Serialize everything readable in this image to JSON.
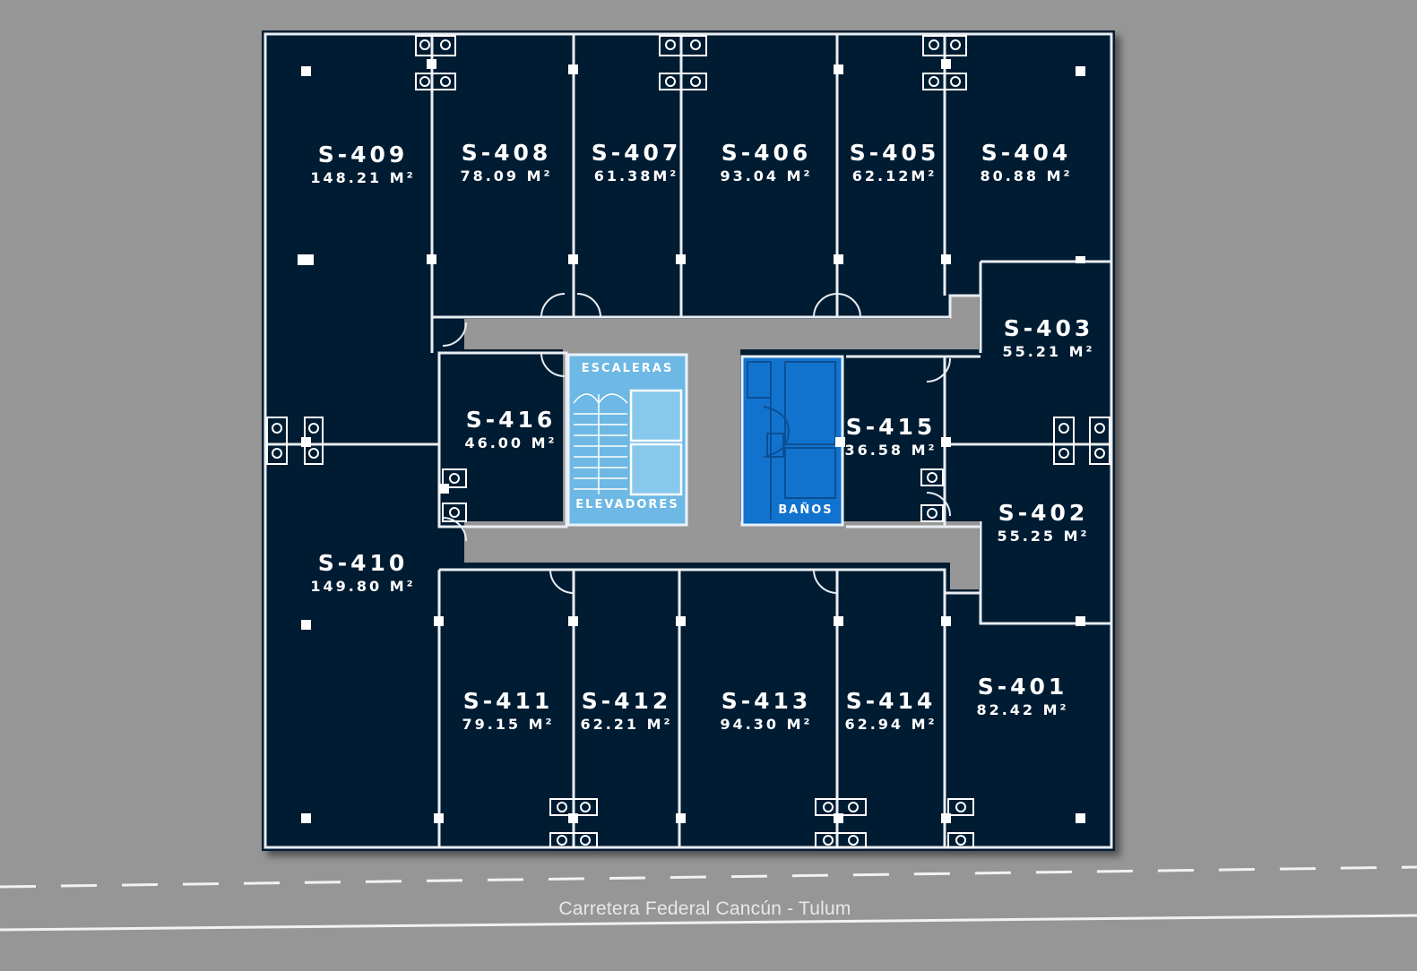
{
  "floor": {
    "units": [
      {
        "code": "S-409",
        "area": "148.21 M²"
      },
      {
        "code": "S-408",
        "area": "78.09 M²"
      },
      {
        "code": "S-407",
        "area": "61.38M²"
      },
      {
        "code": "S-406",
        "area": "93.04 M²"
      },
      {
        "code": "S-405",
        "area": "62.12M²"
      },
      {
        "code": "S-404",
        "area": "80.88 M²"
      },
      {
        "code": "S-403",
        "area": "55.21 M²"
      },
      {
        "code": "S-416",
        "area": "46.00 M²"
      },
      {
        "code": "S-415",
        "area": "36.58 M²"
      },
      {
        "code": "S-402",
        "area": "55.25 M²"
      },
      {
        "code": "S-410",
        "area": "149.80 M²"
      },
      {
        "code": "S-411",
        "area": "79.15 M²"
      },
      {
        "code": "S-412",
        "area": "62.21 M²"
      },
      {
        "code": "S-413",
        "area": "94.30 M²"
      },
      {
        "code": "S-414",
        "area": "62.94 M²"
      },
      {
        "code": "S-401",
        "area": "82.42 M²"
      }
    ],
    "core": {
      "stairs_label": "ESCALERAS",
      "elevators_label": "ELEVADORES",
      "restrooms_label": "BAÑOS"
    }
  },
  "road": {
    "label": "Carretera Federal Cancún - Tulum"
  },
  "colors": {
    "background": "#969696",
    "unit_fill": "#041c33",
    "wall": "#e9edf2",
    "stairs_fill": "#6db8e4",
    "restroom_fill": "#1273cf"
  }
}
